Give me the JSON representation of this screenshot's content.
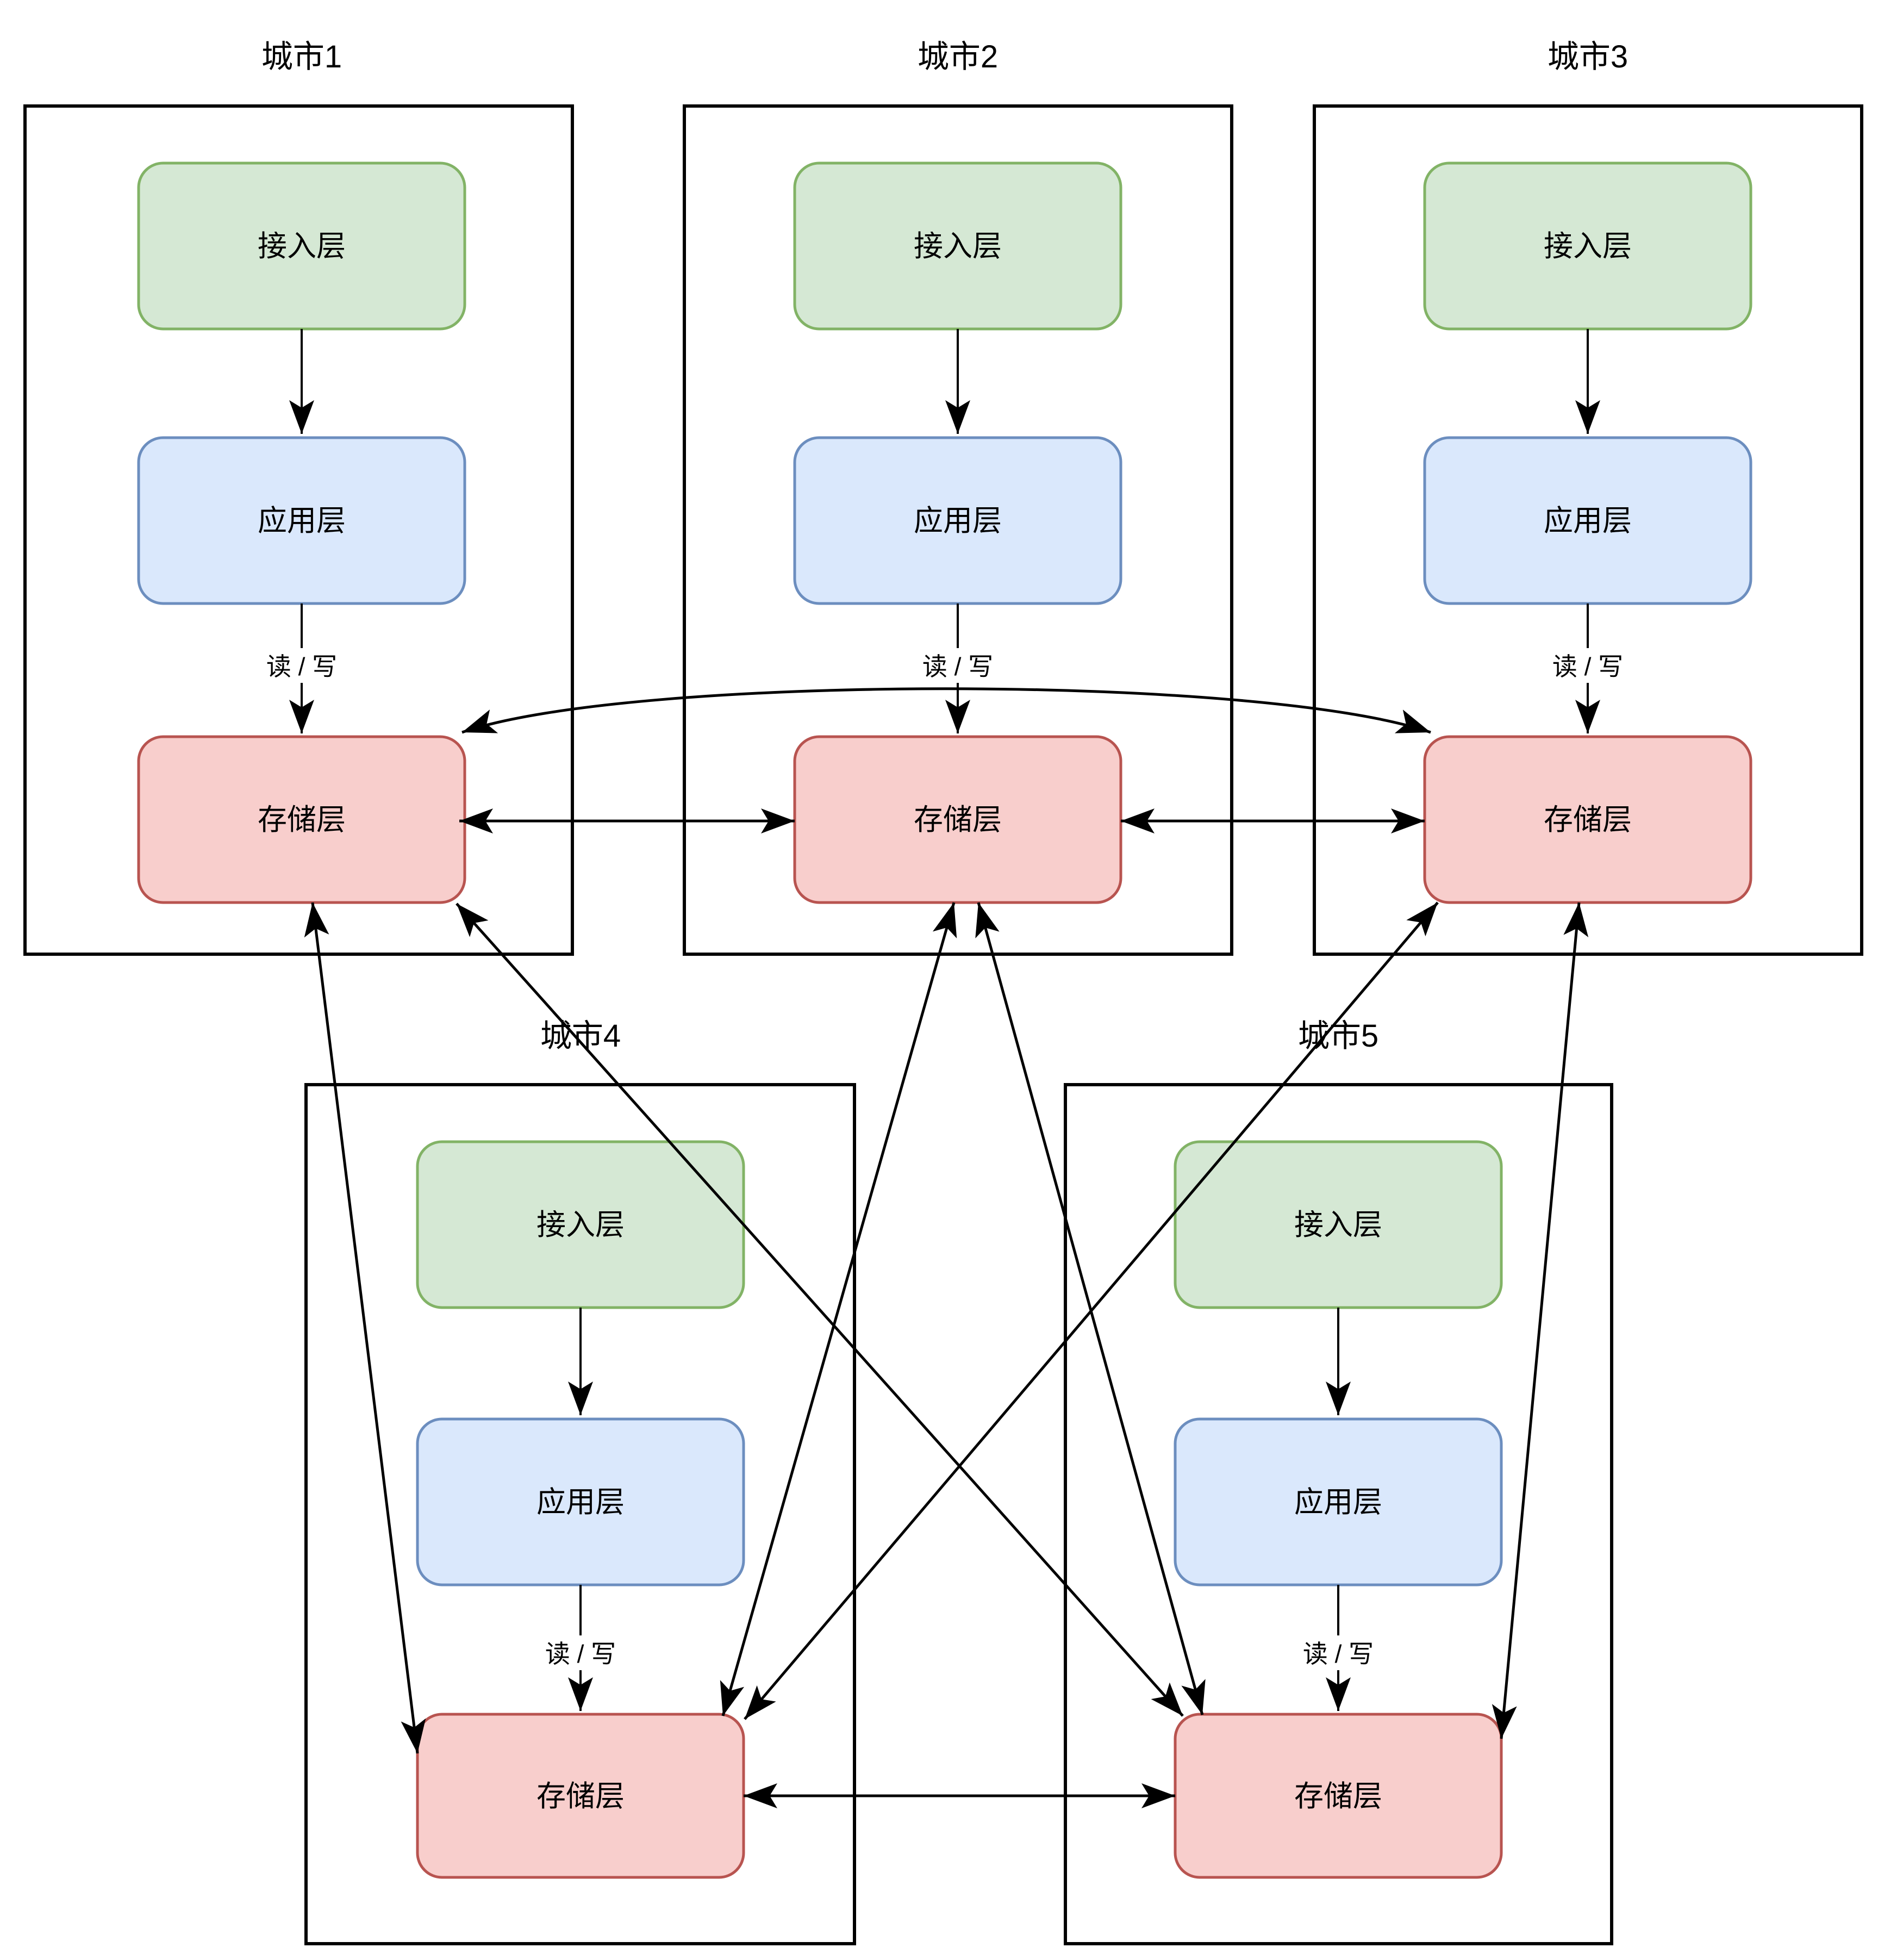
{
  "diagram": {
    "title_note": "multi-city three-tier deployment diagram",
    "colors": {
      "access_fill": "#d5e8d4",
      "access_stroke": "#82b366",
      "app_fill": "#dae8fc",
      "app_stroke": "#6c8ebf",
      "storage_fill": "#f8cecc",
      "storage_stroke": "#b85450",
      "line": "#000000",
      "text": "#000000",
      "background": "#ffffff"
    },
    "cities": [
      {
        "name": "城市1",
        "rw_label": "读 / 写",
        "layers": [
          {
            "label": "接入层"
          },
          {
            "label": "应用层"
          },
          {
            "label": "存储层"
          }
        ]
      },
      {
        "name": "城市2",
        "rw_label": "读 / 写",
        "layers": [
          {
            "label": "接入层"
          },
          {
            "label": "应用层"
          },
          {
            "label": "存储层"
          }
        ]
      },
      {
        "name": "城市3",
        "rw_label": "读 / 写",
        "layers": [
          {
            "label": "接入层"
          },
          {
            "label": "应用层"
          },
          {
            "label": "存储层"
          }
        ]
      },
      {
        "name": "城市4",
        "rw_label": "读 / 写",
        "layers": [
          {
            "label": "接入层"
          },
          {
            "label": "应用层"
          },
          {
            "label": "存储层"
          }
        ]
      },
      {
        "name": "城市5",
        "rw_label": "读 / 写",
        "layers": [
          {
            "label": "接入层"
          },
          {
            "label": "应用层"
          },
          {
            "label": "存储层"
          }
        ]
      }
    ],
    "storage_links": [
      {
        "from": "城市1",
        "to": "城市2",
        "bidirectional": true
      },
      {
        "from": "城市2",
        "to": "城市3",
        "bidirectional": true
      },
      {
        "from": "城市1",
        "to": "城市3",
        "bidirectional": true,
        "style": "curved"
      },
      {
        "from": "城市4",
        "to": "城市5",
        "bidirectional": true
      },
      {
        "from": "城市1",
        "to": "城市4",
        "bidirectional": true
      },
      {
        "from": "城市1",
        "to": "城市5",
        "bidirectional": true
      },
      {
        "from": "城市2",
        "to": "城市4",
        "bidirectional": true
      },
      {
        "from": "城市2",
        "to": "城市5",
        "bidirectional": true
      },
      {
        "from": "城市3",
        "to": "城市4",
        "bidirectional": true
      },
      {
        "from": "城市3",
        "to": "城市5",
        "bidirectional": true
      }
    ]
  }
}
